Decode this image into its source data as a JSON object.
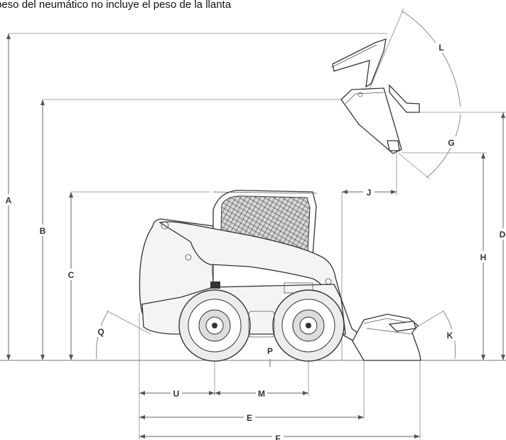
{
  "caption": "peso del neumático no incluye el peso de la llanta",
  "labels": {
    "A": "A",
    "B": "B",
    "C": "C",
    "D": "D",
    "E": "E",
    "F": "F",
    "G": "G",
    "H": "H",
    "J": "J",
    "K": "K",
    "L": "L",
    "M": "M",
    "P": "P",
    "Q": "Q",
    "U": "U"
  }
}
